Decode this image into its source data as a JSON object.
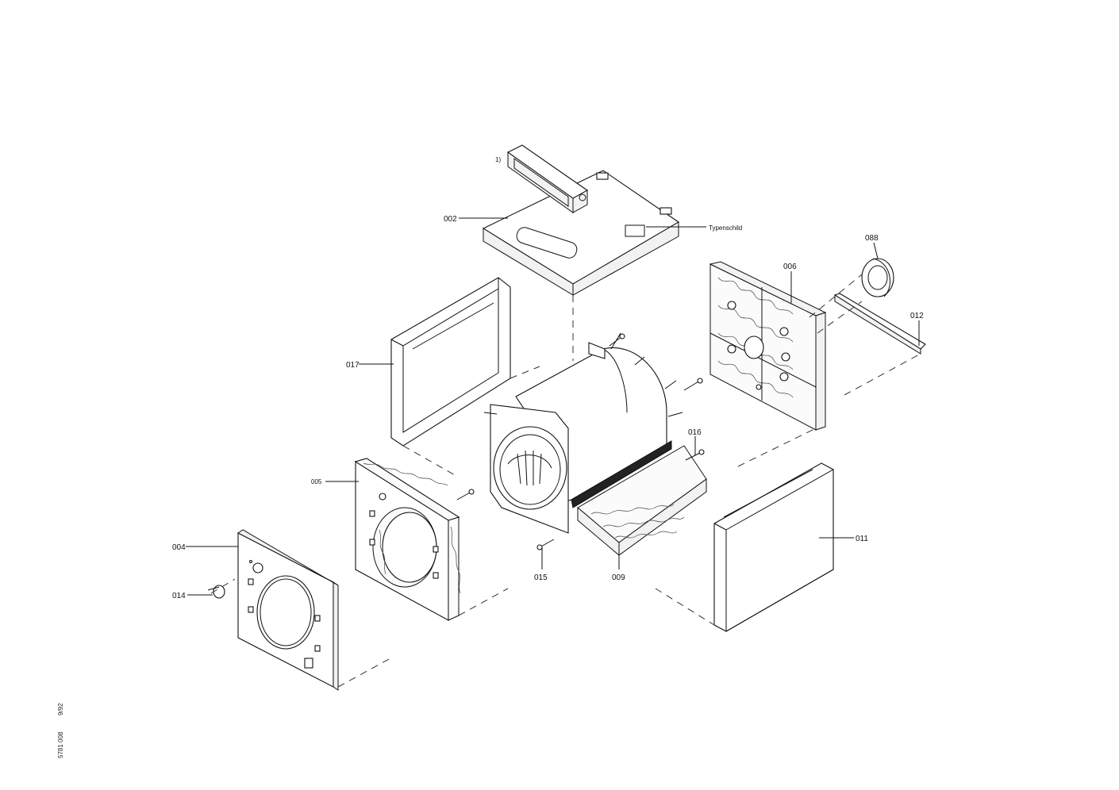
{
  "labels": {
    "note": "1)",
    "p002": "002",
    "typeplate": "Typenschild",
    "p088": "088",
    "p006": "006",
    "p012": "012",
    "p017": "017",
    "p016": "016",
    "p005": "005",
    "p004": "004",
    "p014": "014",
    "p015": "015",
    "p009": "009",
    "p011": "011"
  },
  "doc_ref": {
    "number": "5781 008",
    "date": "9/92"
  }
}
